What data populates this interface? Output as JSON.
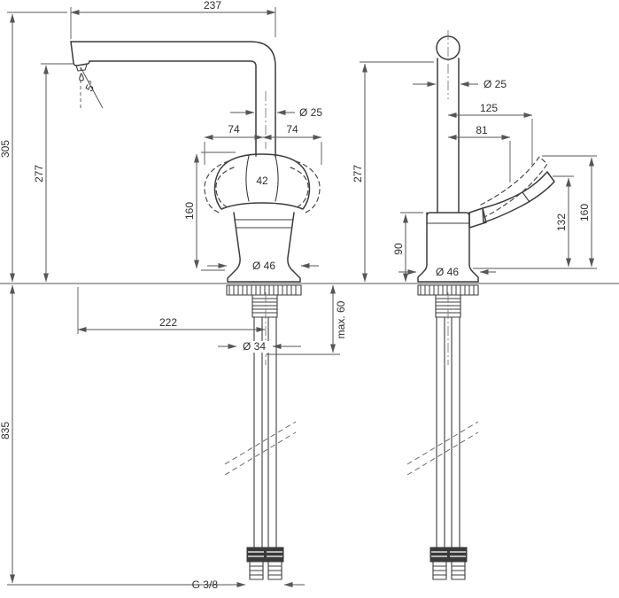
{
  "drawing": {
    "type": "technical-dimension-drawing",
    "subject": "single-lever kitchen mixer faucet, side view and front view",
    "left": {
      "dim_237": "237",
      "dim_305": "305",
      "dim_277": "277",
      "angle_5": "5°",
      "dia_25": "Ø 25",
      "dim_74_left": "74",
      "dim_74_right": "74",
      "dim_42": "42",
      "dim_160": "160",
      "dia_46": "Ø 46",
      "dim_222": "222",
      "dia_34": "Ø 34",
      "max_60": "max. 60",
      "dim_835": "835",
      "thread": "G 3/8"
    },
    "right": {
      "dia_25": "Ø 25",
      "dim_125": "125",
      "dim_81": "81",
      "dim_277": "277",
      "dim_90": "90",
      "dia_46": "Ø 46",
      "dim_132": "132",
      "dim_160": "160"
    },
    "line_color": "#3c3c3c",
    "dim_color": "#565656",
    "background": "#ffffff"
  }
}
